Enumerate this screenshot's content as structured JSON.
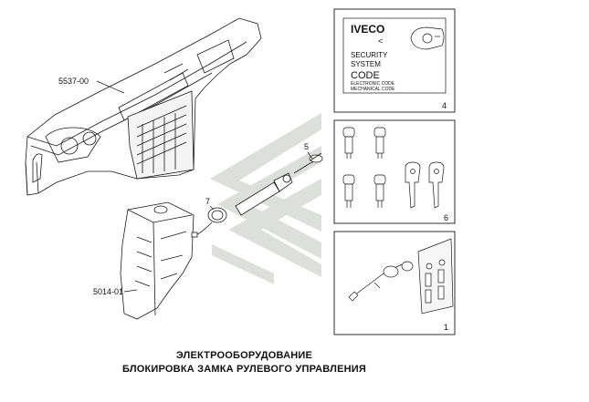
{
  "labels": {
    "dashboard": "5537-00",
    "column_cover": "5014-01",
    "callout_5": "5",
    "callout_7": "7",
    "box_4": "4",
    "box_6": "6",
    "box_1": "1"
  },
  "security_card": {
    "logo": "IVECO",
    "line1": "SECURITY",
    "line2": "SYSTEM",
    "line3": "CODE",
    "line4": "ELECTRONIC CODE",
    "line5": "MECHANICAL CODE"
  },
  "caption": {
    "line1": "ЭЛЕКТРООБОРУДОВАНИЕ",
    "line2": "БЛОКИРОВКА ЗАМКА РУЛЕВОГО УПРАВЛЕНИЯ"
  },
  "colors": {
    "line": "#1a1a1a",
    "watermark": "#d9dcd9"
  }
}
